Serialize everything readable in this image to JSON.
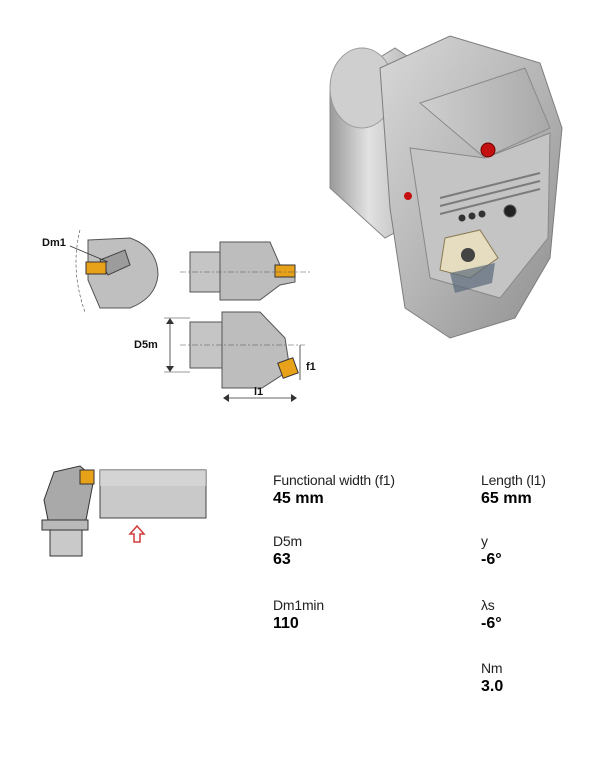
{
  "drawing": {
    "dm1_label": "Dm1",
    "d5m_label": "D5m",
    "f1_label": "f1",
    "l1_label": "l1"
  },
  "specs": [
    {
      "label": "Functional width (f1)",
      "value": "45 mm"
    },
    {
      "label": "Length (l1)",
      "value": "65 mm"
    },
    {
      "label": "D5m",
      "value": "63"
    },
    {
      "label": "y",
      "value": "-6°"
    },
    {
      "label": "Dm1min",
      "value": "110"
    },
    {
      "label": "λs",
      "value": "-6°"
    },
    {
      "label": "Nm",
      "value": "3.0"
    }
  ],
  "colors": {
    "insert": "#e8a21a",
    "arrow": "#d03a3a",
    "steel": "#c8c8c8",
    "red_screw": "#cc1111"
  }
}
